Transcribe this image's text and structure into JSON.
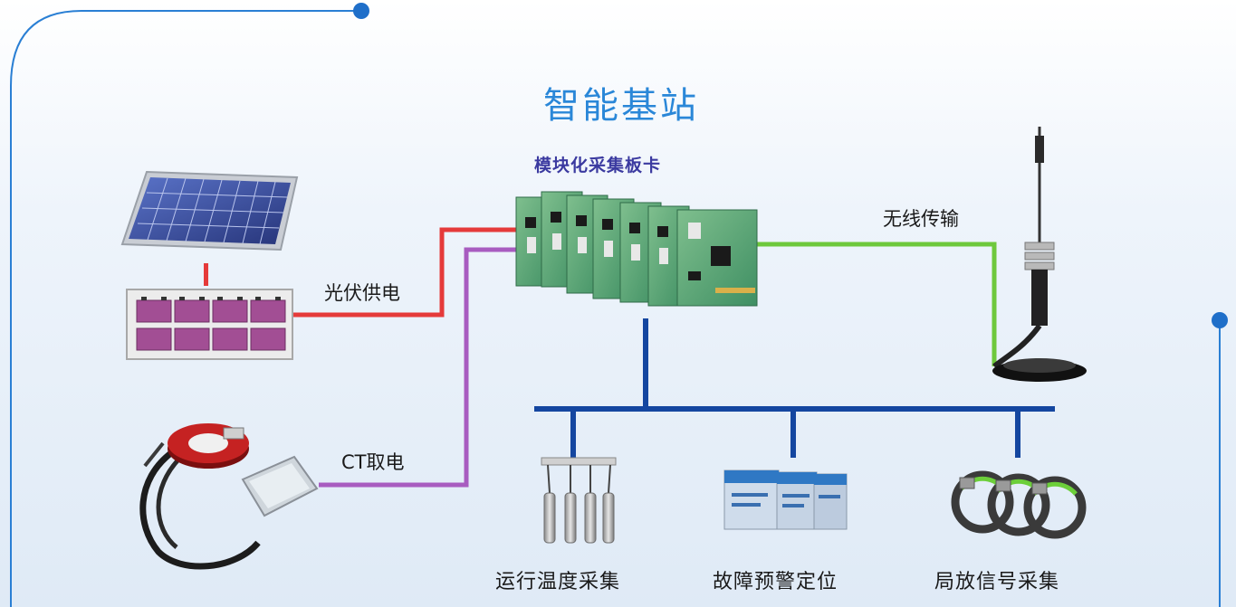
{
  "title": "智能基站",
  "boards_label": "模块化采集板卡",
  "wireless_label": "无线传输",
  "pv_label": "光伏供电",
  "ct_label": "CT取电",
  "functions": {
    "temperature": "运行温度采集",
    "fault": "故障预警定位",
    "partial_discharge": "局放信号采集"
  },
  "colors": {
    "frame": "#2a7fd4",
    "pv_line": "#e53a3a",
    "ct_line": "#a85cc0",
    "wireless_line": "#6ec83c",
    "bus_line": "#1446a0",
    "title": "#2a87d8"
  }
}
